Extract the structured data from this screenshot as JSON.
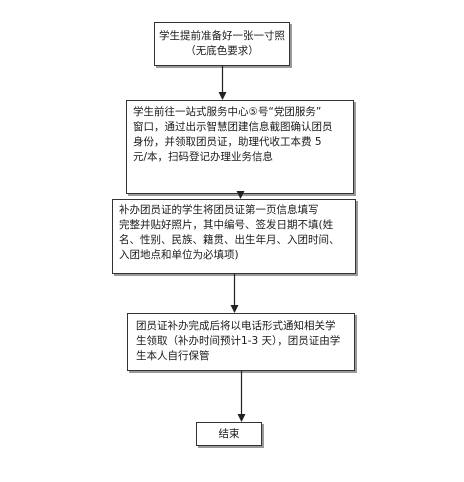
{
  "nodes": [
    {
      "id": "n1",
      "lines": [
        "学生提前准备好一张一寸照",
        "（无底色要求）"
      ]
    },
    {
      "id": "n2",
      "lines": [
        "学生前往一站式服务中心⑤号“党团服务”",
        "窗口，通过出示智慧团建信息截图确认团员",
        "身份，并领取团员证，助理代收工本费 5",
        "元/本，扫码登记办理业务信息"
      ]
    },
    {
      "id": "n3",
      "lines": [
        "补办团员证的学生将团员证第一页信息填写",
        "完整并贴好照片，其中编号、签发日期不填(姓",
        "名、性别、民族、籍贯、出生年月、入团时间、",
        "入团地点和单位为必填项)"
      ]
    },
    {
      "id": "n4",
      "lines": [
        "团员证补办完成后将以电话形式通知相关学",
        "生领取（补办时间预计1-3 天），团员证由学",
        "生本人自行保管"
      ]
    },
    {
      "id": "n5",
      "lines": [
        "结束"
      ]
    }
  ],
  "edges": [
    {
      "from": "n1",
      "to": "n2"
    },
    {
      "from": "n2",
      "to": "n3"
    },
    {
      "from": "n3",
      "to": "n4"
    },
    {
      "from": "n4",
      "to": "n5"
    }
  ],
  "colors": {
    "border": "#333333",
    "shadow": "#9a9a9a",
    "arrow": "#222222"
  }
}
